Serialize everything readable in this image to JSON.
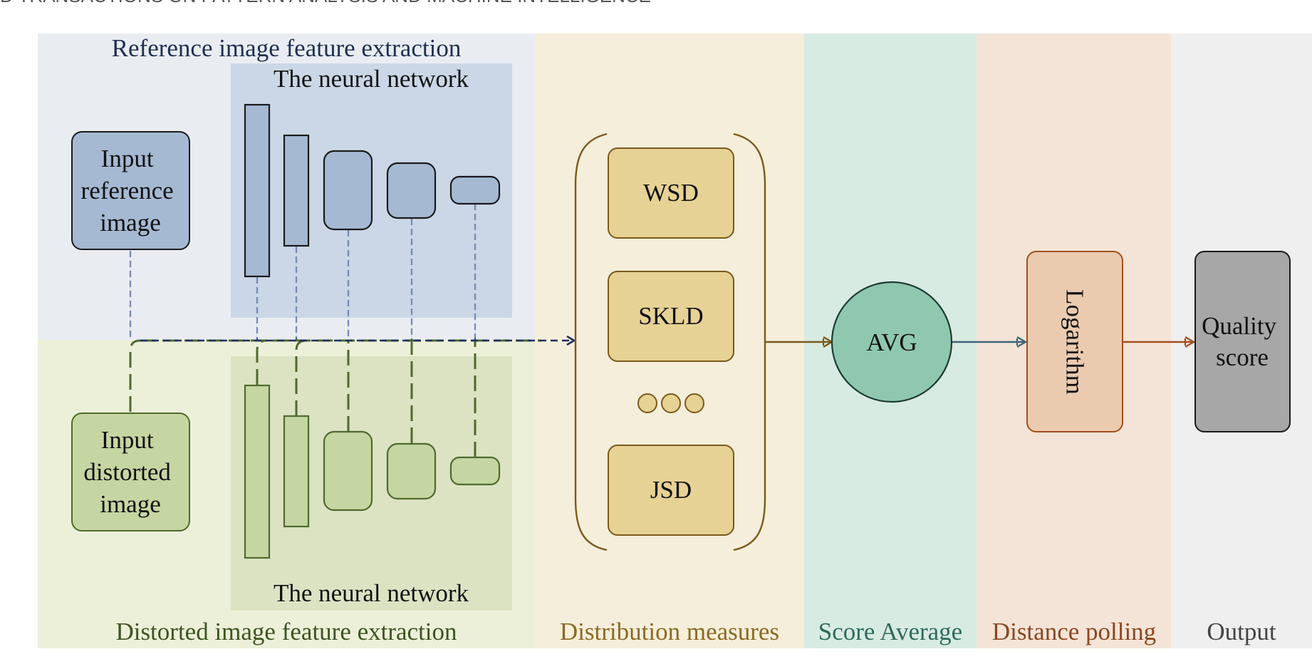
{
  "header": {
    "running_title": "D TRANSACTIONS ON PATTERN ANALYSIS AND MACHINE INTELLIGENCE"
  },
  "panels": {
    "reference": {
      "title": "Reference image feature extraction"
    },
    "distorted": {
      "title": "Distorted image feature extraction"
    },
    "distribution": {
      "title": "Distribution measures"
    },
    "score_average": {
      "title": "Score Average"
    },
    "distance_polling": {
      "title": "Distance polling"
    },
    "output": {
      "title": "Output"
    }
  },
  "networks": {
    "reference_label": "The neural network",
    "distorted_label": "The neural network"
  },
  "inputs": {
    "reference": [
      "Input",
      "reference",
      "image"
    ],
    "distorted": [
      "Input",
      "distorted",
      "image"
    ]
  },
  "measures": {
    "items": [
      "WSD",
      "SKLD",
      "JSD"
    ],
    "ellipsis_count": 3
  },
  "avg_label": "AVG",
  "log_label": "Logarithm",
  "quality": [
    "Quality",
    "score"
  ],
  "colors": {
    "ref_bg": "#E9EDF2",
    "ref_net_bg": "#CBD7E6",
    "ref_box": "#A5B9D3",
    "ref_text": "#1F2F50",
    "dist_bg": "#EDF0D9",
    "dist_net_bg": "#DBE3C3",
    "dist_box": "#C6D6A2",
    "dist_text": "#3C5422",
    "measure_bg": "#F5EEDB",
    "measure_box": "#E7D295",
    "measure_text": "#8A6A24",
    "avg_bg": "#D8EBE3",
    "avg_circle": "#8FC8AF",
    "avg_text": "#2F6B5C",
    "log_bg": "#F4E4D7",
    "log_box": "#EBCBB0",
    "log_text": "#8A4720",
    "out_bg": "#EFEFEF",
    "out_box": "#A7A7A7",
    "out_text": "#444444"
  }
}
